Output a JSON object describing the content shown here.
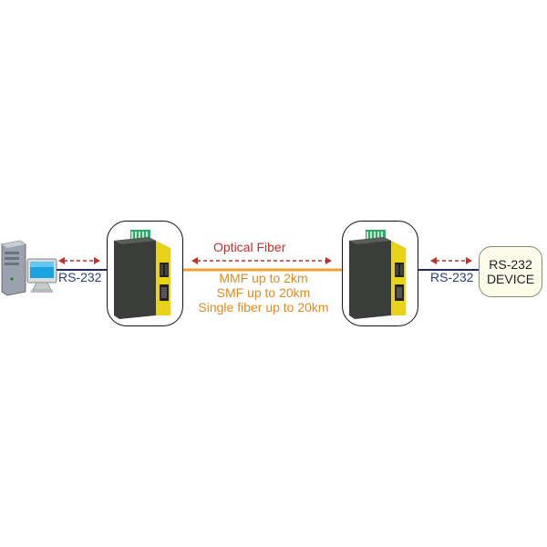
{
  "labels": {
    "rs232_left": "RS-232",
    "rs232_right": "RS-232",
    "optical_fiber": "Optical Fiber",
    "fiber_specs": [
      "MMF up to 2km",
      "SMF up to 20km",
      "Single fiber up to 20km"
    ]
  },
  "device": {
    "line1": "RS-232",
    "line2": "DEVICE"
  },
  "colors": {
    "fiber_line": "#f0a030",
    "serial_line": "#1c2a6e",
    "arrow": "#c0312b",
    "converter_body": "#3a3d3a",
    "converter_accent": "#e8d21a",
    "terminal_block": "#2fa86a"
  }
}
